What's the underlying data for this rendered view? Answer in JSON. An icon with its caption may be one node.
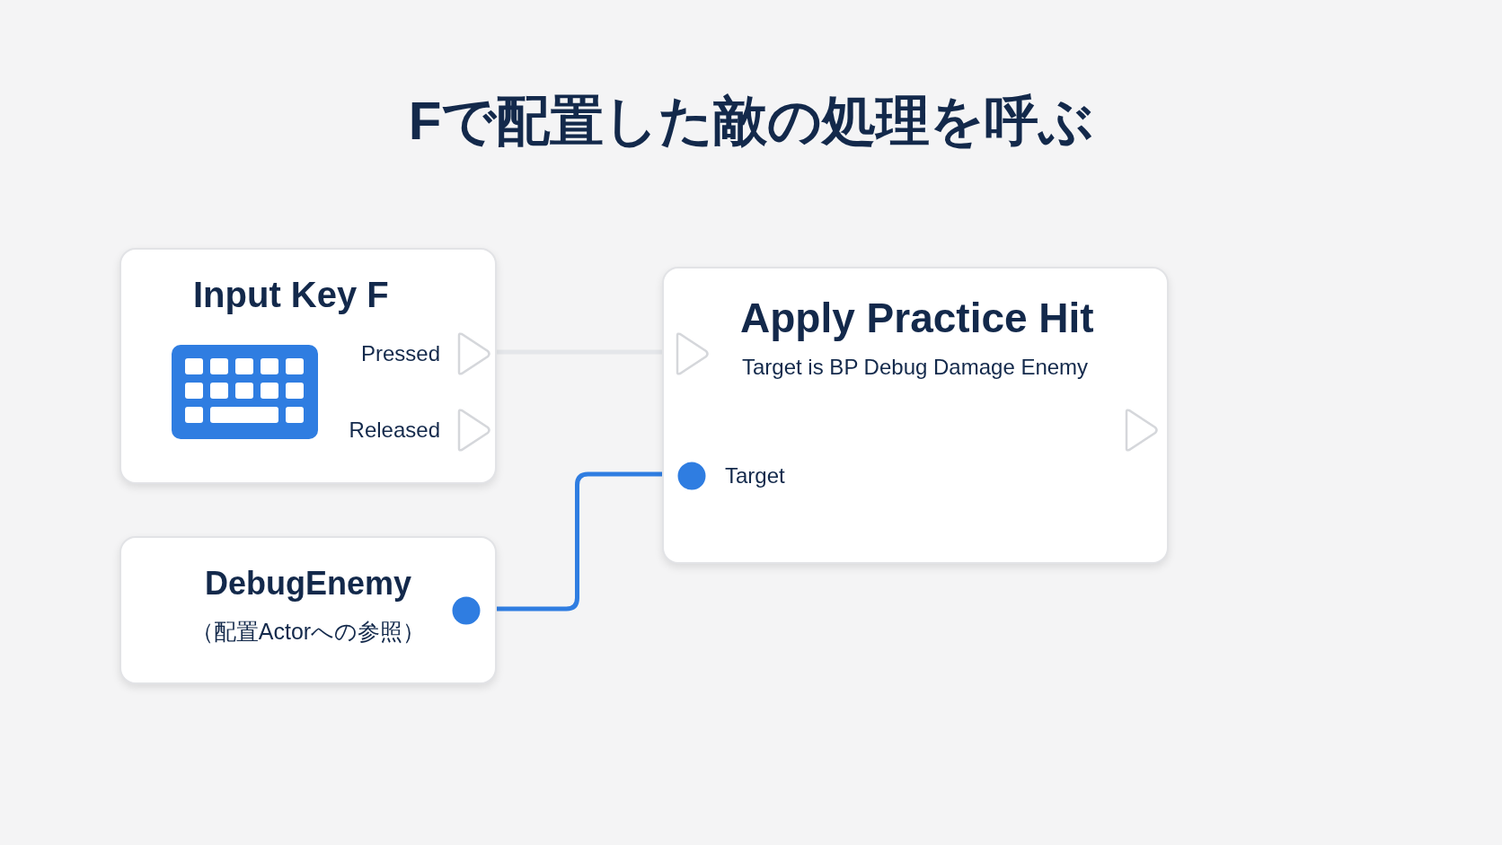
{
  "diagram": {
    "title": "Fで配置した敵の処理を呼ぶ",
    "nodes": [
      {
        "text": [
          "Input Key F"
        ]
      },
      {
        "text": [],
        "shape": "triangle",
        "in": 0,
        "beside": [
          "Pressed"
        ]
      },
      {
        "text": [],
        "shape": "triangle",
        "in": 0,
        "beside": [
          "Released"
        ]
      },
      {
        "text": [
          "DebugEnemy",
          "（配置Actorへの参照）"
        ]
      },
      {
        "text": [],
        "shape": "circle",
        "in": 3
      },
      {
        "text": [
          "Apply Practice Hit",
          "Target is BP Debug Damage Enemy"
        ]
      },
      {
        "text": [],
        "shape": "triangle",
        "in": 5
      },
      {
        "text": [],
        "shape": "triangle",
        "in": 5
      },
      {
        "text": [],
        "shape": "circle",
        "in": 5,
        "beside": [
          "Target"
        ]
      }
    ],
    "edges": [
      {
        "from": 1,
        "to": 6,
        "arrow": "none",
        "color": "#e4e6ea"
      },
      {
        "from": 4,
        "to": 8,
        "arrow": "none",
        "color": "#2f7de1"
      }
    ]
  }
}
